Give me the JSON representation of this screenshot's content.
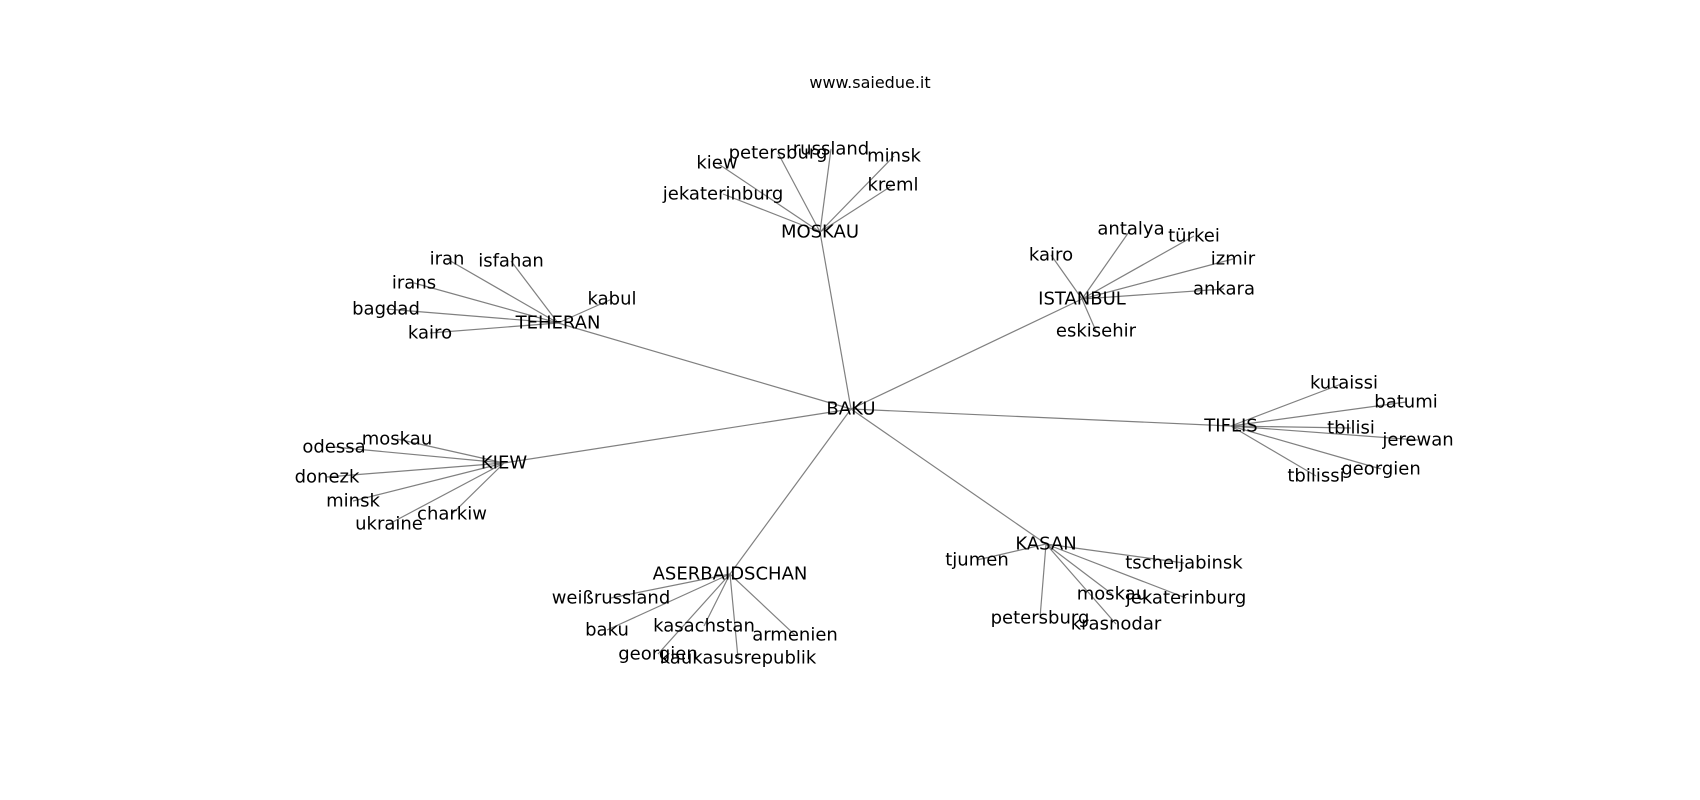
{
  "site": "www.saiedue.it",
  "graph": {
    "root": "BAKU",
    "hubs": [
      {
        "name": "MOSKAU",
        "leaves": [
          "jekaterinburg",
          "kiew",
          "petersburg",
          "russland",
          "minsk",
          "kreml"
        ]
      },
      {
        "name": "ISTANBUL",
        "leaves": [
          "kairo",
          "antalya",
          "türkei",
          "izmir",
          "ankara",
          "eskisehir"
        ]
      },
      {
        "name": "TEHERAN",
        "leaves": [
          "iran",
          "isfahan",
          "irans",
          "bagdad",
          "kairo",
          "kabul"
        ]
      },
      {
        "name": "KIEW",
        "leaves": [
          "odessa",
          "moskau",
          "donezk",
          "minsk",
          "ukraine",
          "charkiw"
        ]
      },
      {
        "name": "TIFLIS",
        "leaves": [
          "kutaissi",
          "batumi",
          "tbilisi",
          "jerewan",
          "georgien",
          "tbilissi"
        ]
      },
      {
        "name": "KASAN",
        "leaves": [
          "tjumen",
          "tscheljabinsk",
          "moskau",
          "jekaterinburg",
          "petersburg",
          "krasnodar"
        ]
      },
      {
        "name": "ASERBAIDSCHAN",
        "leaves": [
          "weißrussland",
          "baku",
          "kasachstan",
          "georgien",
          "kaukasusrepublik",
          "armenien"
        ]
      }
    ]
  }
}
